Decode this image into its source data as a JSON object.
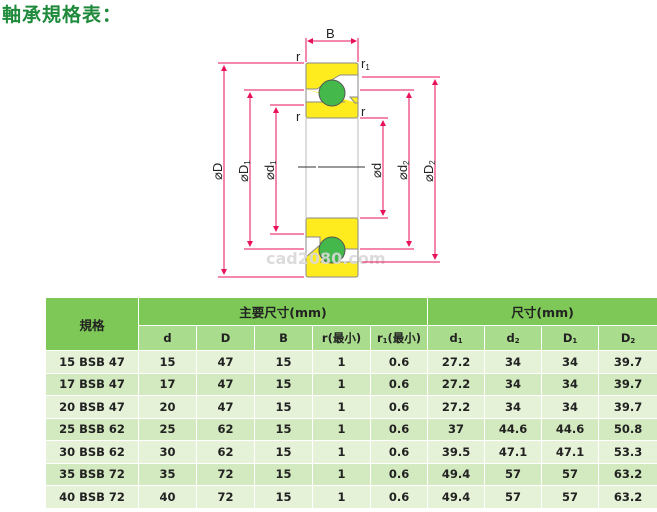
{
  "title": "軸承規格表：",
  "diagram": {
    "labels": {
      "B": "B",
      "r": "r",
      "r1": "r",
      "r1_sub": "1",
      "D": "⌀D",
      "D1": "⌀D",
      "D1_sub": "1",
      "d1": "⌀d",
      "d1_sub": "1",
      "d": "⌀d",
      "d2": "⌀d",
      "d2_sub": "2",
      "D2": "⌀D",
      "D2_sub": "2"
    },
    "watermark": "cad2080.com"
  },
  "table": {
    "header_spec": "規格",
    "group1": "主要尺寸(mm)",
    "group2": "尺寸(mm)",
    "columns": [
      {
        "main": "d",
        "sub": ""
      },
      {
        "main": "D",
        "sub": ""
      },
      {
        "main": "B",
        "sub": ""
      },
      {
        "main": "r(最小)",
        "sub": ""
      },
      {
        "main": "r",
        "sub": "1",
        "suffix": "(最小)"
      },
      {
        "main": "d",
        "sub": "1"
      },
      {
        "main": "d",
        "sub": "2"
      },
      {
        "main": "D",
        "sub": "1"
      },
      {
        "main": "D",
        "sub": "2"
      }
    ],
    "rows": [
      [
        "15 BSB 47",
        "15",
        "47",
        "15",
        "1",
        "0.6",
        "27.2",
        "34",
        "34",
        "39.7"
      ],
      [
        "17 BSB 47",
        "17",
        "47",
        "15",
        "1",
        "0.6",
        "27.2",
        "34",
        "34",
        "39.7"
      ],
      [
        "20 BSB 47",
        "20",
        "47",
        "15",
        "1",
        "0.6",
        "27.2",
        "34",
        "34",
        "39.7"
      ],
      [
        "25 BSB 62",
        "25",
        "62",
        "15",
        "1",
        "0.6",
        "37",
        "44.6",
        "44.6",
        "50.8"
      ],
      [
        "30 BSB 62",
        "30",
        "62",
        "15",
        "1",
        "0.6",
        "39.5",
        "47.1",
        "47.1",
        "53.3"
      ],
      [
        "35 BSB 72",
        "35",
        "72",
        "15",
        "1",
        "0.6",
        "49.4",
        "57",
        "57",
        "63.2"
      ],
      [
        "40 BSB 72",
        "40",
        "72",
        "15",
        "1",
        "0.6",
        "49.4",
        "57",
        "57",
        "63.2"
      ]
    ]
  },
  "colors": {
    "title": "#1f8a3c",
    "header": "#7dc857",
    "subheader": "#a9dc8c",
    "dim": "#e8115a",
    "ring": "#ffec1f",
    "ball": "#44b84a"
  }
}
